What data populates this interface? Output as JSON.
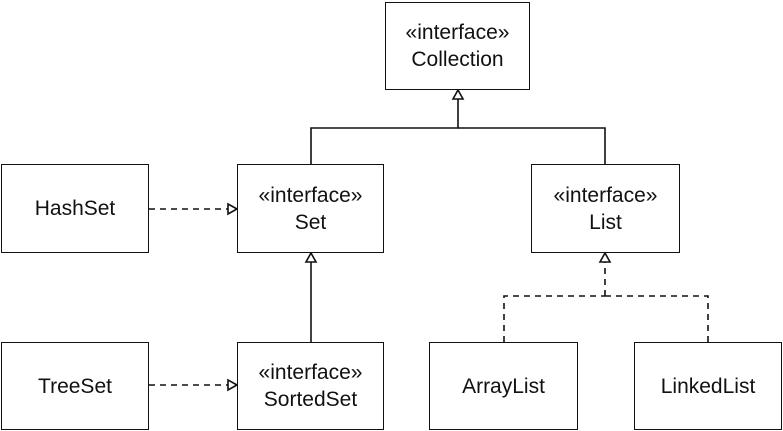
{
  "stereotype": "«interface»",
  "nodes": {
    "collection": {
      "stereotype": "«interface»",
      "name": "Collection"
    },
    "set": {
      "stereotype": "«interface»",
      "name": "Set"
    },
    "list": {
      "stereotype": "«interface»",
      "name": "List"
    },
    "sorted_set": {
      "stereotype": "«interface»",
      "name": "SortedSet"
    },
    "hash_set": {
      "name": "HashSet"
    },
    "tree_set": {
      "name": "TreeSet"
    },
    "array_list": {
      "name": "ArrayList"
    },
    "linked_list": {
      "name": "LinkedList"
    }
  },
  "relations": [
    {
      "from": "Set",
      "to": "Collection",
      "type": "generalization",
      "line": "solid"
    },
    {
      "from": "List",
      "to": "Collection",
      "type": "generalization",
      "line": "solid"
    },
    {
      "from": "SortedSet",
      "to": "Set",
      "type": "generalization",
      "line": "solid"
    },
    {
      "from": "HashSet",
      "to": "Set",
      "type": "realization",
      "line": "dashed"
    },
    {
      "from": "TreeSet",
      "to": "SortedSet",
      "type": "realization",
      "line": "dashed"
    },
    {
      "from": "ArrayList",
      "to": "List",
      "type": "realization",
      "line": "dashed"
    },
    {
      "from": "LinkedList",
      "to": "List",
      "type": "realization",
      "line": "dashed"
    }
  ],
  "colors": {
    "stroke": "#111111",
    "background": "#ffffff"
  }
}
